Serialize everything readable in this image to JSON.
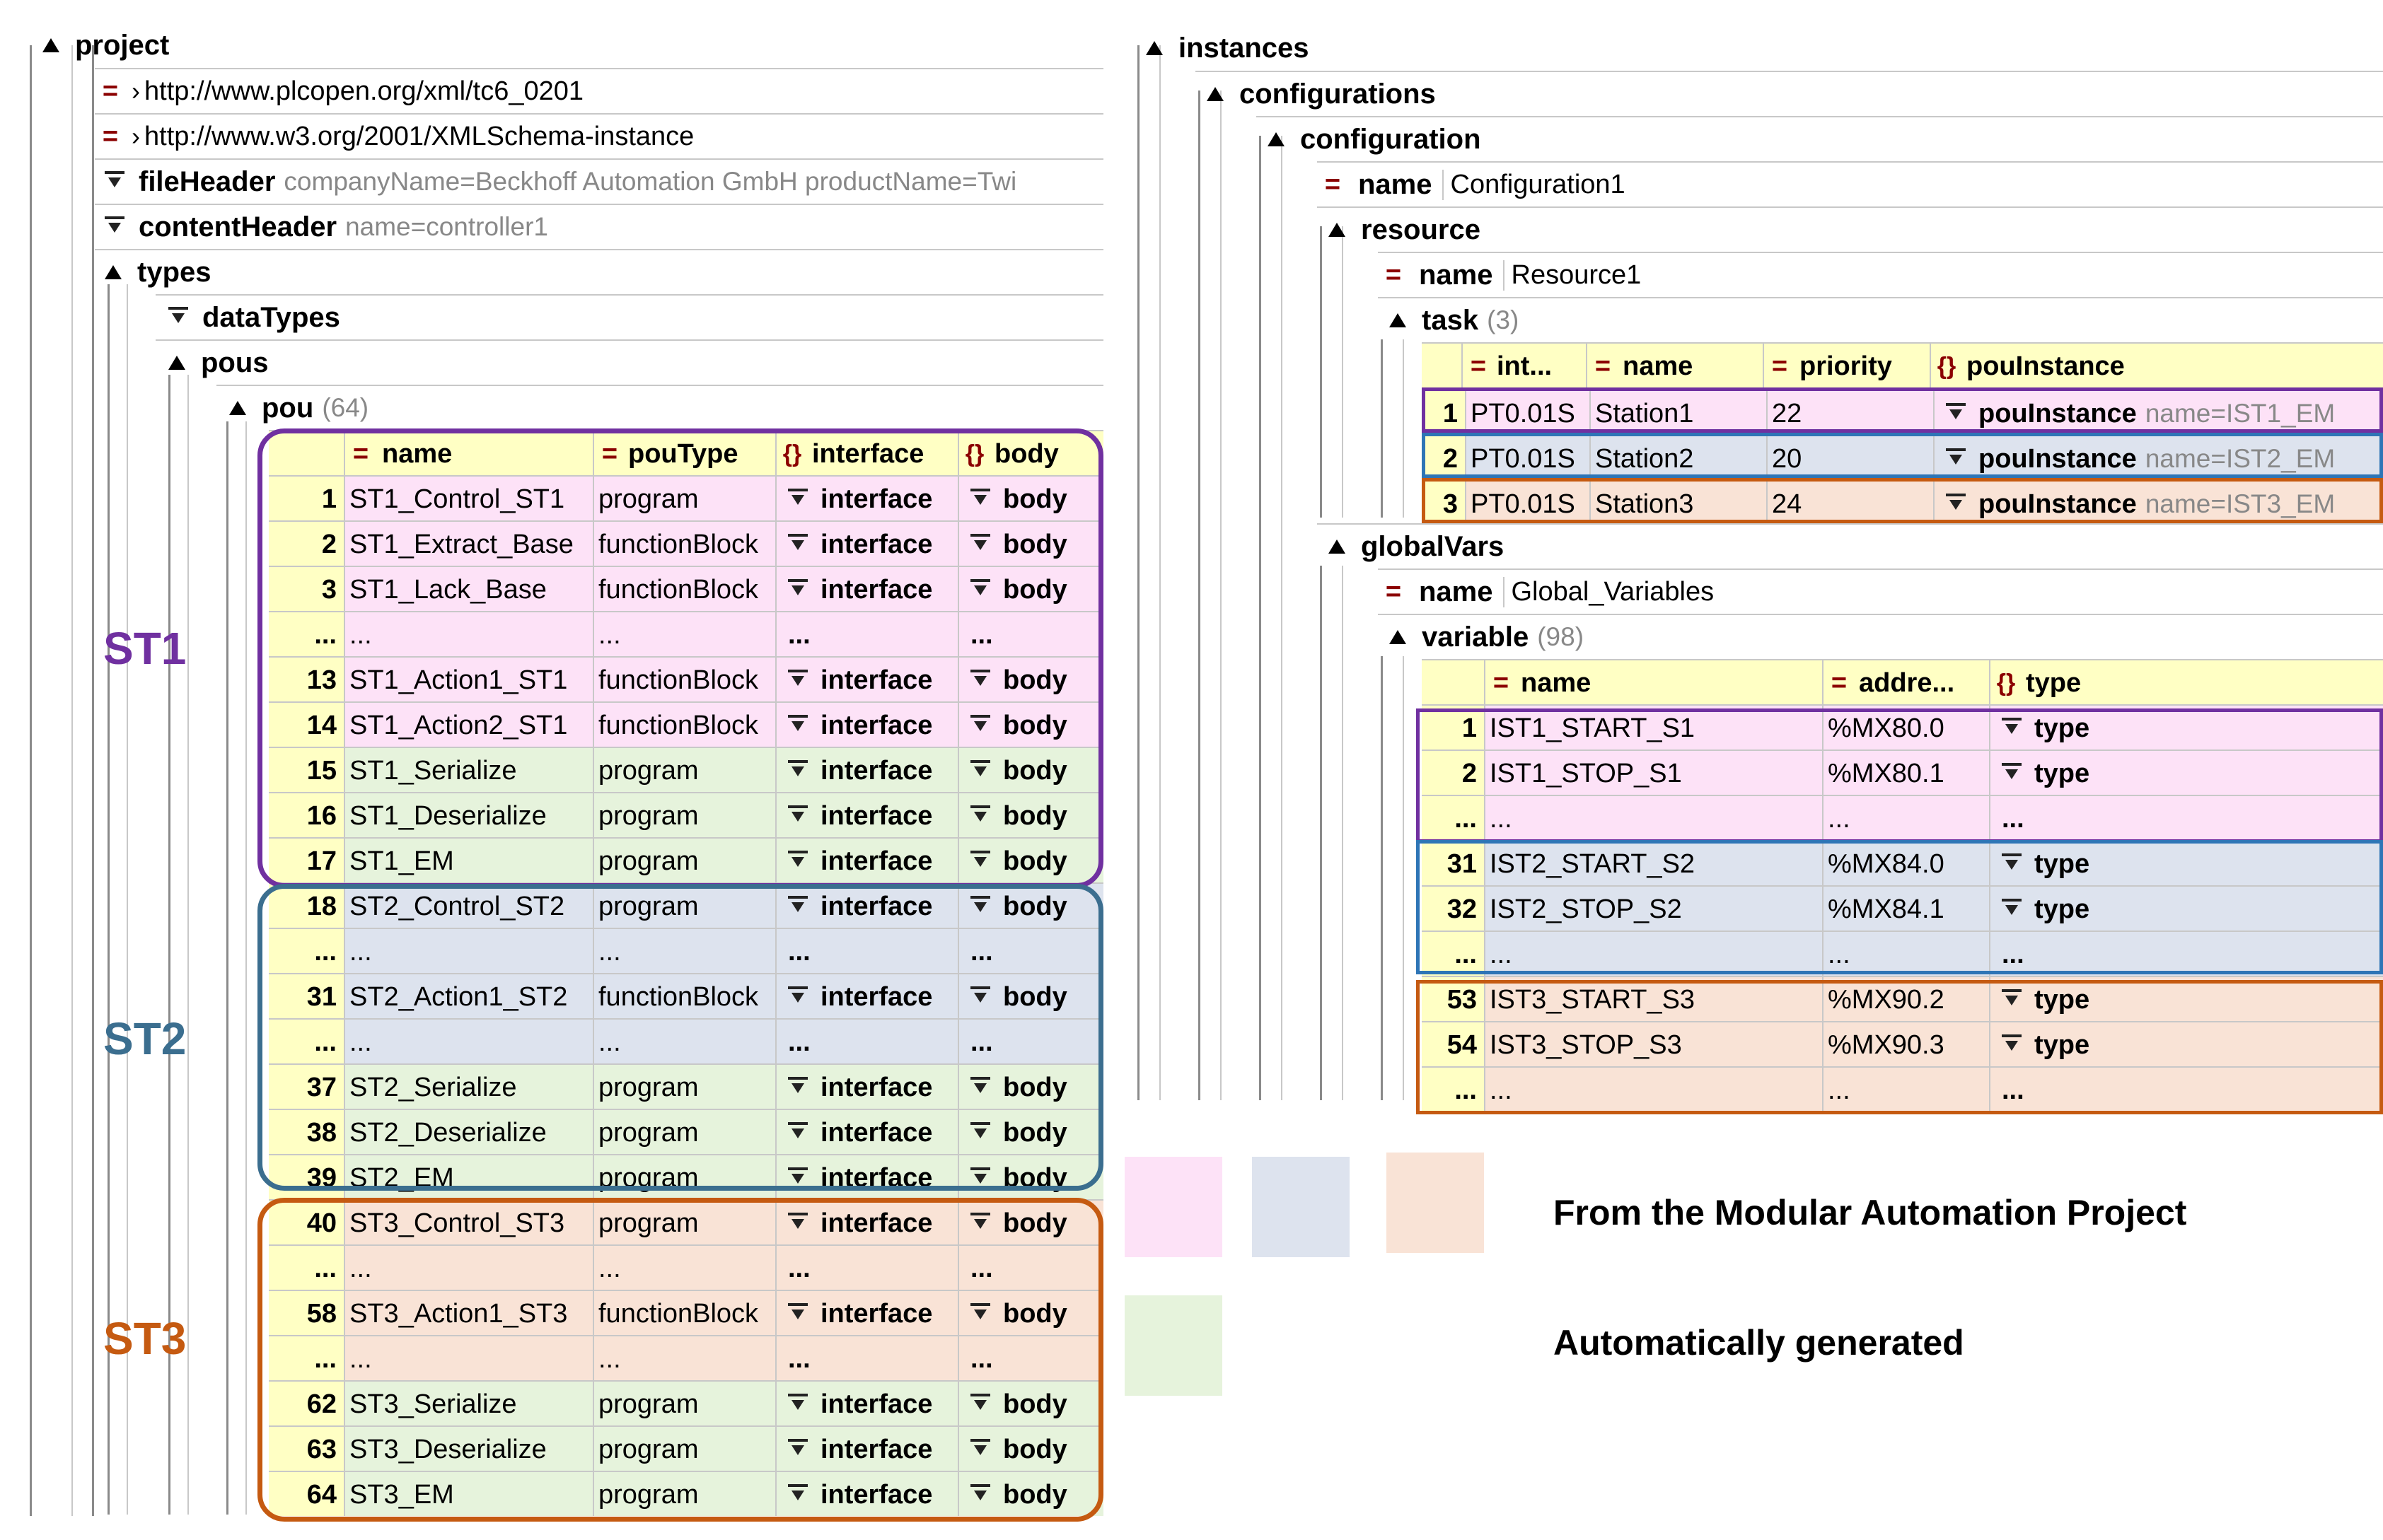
{
  "left": {
    "root": "project",
    "ns1": "http://www.plcopen.org/xml/tc6_0201",
    "ns2": "http://www.w3.org/2001/XMLSchema-instance",
    "fileHeader": {
      "label": "fileHeader",
      "attrs": "companyName=Beckhoff Automation GmbH productName=Twi"
    },
    "contentHeader": {
      "label": "contentHeader",
      "attrs": "name=controller1"
    },
    "types": "types",
    "dataTypes": "dataTypes",
    "pous": "pous",
    "pou": {
      "label": "pou",
      "count": "(64)"
    },
    "columns": [
      "name",
      "pouType",
      "interface",
      "body"
    ],
    "rows": [
      {
        "idx": "1",
        "name": "ST1_Control_ST1",
        "type": "program",
        "iface": "interface",
        "body": "body",
        "color": "pink"
      },
      {
        "idx": "2",
        "name": "ST1_Extract_Base",
        "type": "functionBlock",
        "iface": "interface",
        "body": "body",
        "color": "pink"
      },
      {
        "idx": "3",
        "name": "ST1_Lack_Base",
        "type": "functionBlock",
        "iface": "interface",
        "body": "body",
        "color": "pink"
      },
      {
        "idx": "...",
        "name": "...",
        "type": "...",
        "iface": "...",
        "body": "...",
        "color": "pink"
      },
      {
        "idx": "13",
        "name": "ST1_Action1_ST1",
        "type": "functionBlock",
        "iface": "interface",
        "body": "body",
        "color": "pink"
      },
      {
        "idx": "14",
        "name": "ST1_Action2_ST1",
        "type": "functionBlock",
        "iface": "interface",
        "body": "body",
        "color": "pink"
      },
      {
        "idx": "15",
        "name": "ST1_Serialize",
        "type": "program",
        "iface": "interface",
        "body": "body",
        "color": "green"
      },
      {
        "idx": "16",
        "name": "ST1_Deserialize",
        "type": "program",
        "iface": "interface",
        "body": "body",
        "color": "green"
      },
      {
        "idx": "17",
        "name": "ST1_EM",
        "type": "program",
        "iface": "interface",
        "body": "body",
        "color": "green"
      },
      {
        "idx": "18",
        "name": "ST2_Control_ST2",
        "type": "program",
        "iface": "interface",
        "body": "body",
        "color": "blue"
      },
      {
        "idx": "...",
        "name": "...",
        "type": "...",
        "iface": "...",
        "body": "...",
        "color": "blue"
      },
      {
        "idx": "31",
        "name": "ST2_Action1_ST2",
        "type": "functionBlock",
        "iface": "interface",
        "body": "body",
        "color": "blue"
      },
      {
        "idx": "...",
        "name": "...",
        "type": "...",
        "iface": "...",
        "body": "...",
        "color": "blue"
      },
      {
        "idx": "37",
        "name": "ST2_Serialize",
        "type": "program",
        "iface": "interface",
        "body": "body",
        "color": "green"
      },
      {
        "idx": "38",
        "name": "ST2_Deserialize",
        "type": "program",
        "iface": "interface",
        "body": "body",
        "color": "green"
      },
      {
        "idx": "39",
        "name": "ST2_EM",
        "type": "program",
        "iface": "interface",
        "body": "body",
        "color": "green"
      },
      {
        "idx": "40",
        "name": "ST3_Control_ST3",
        "type": "program",
        "iface": "interface",
        "body": "body",
        "color": "orange"
      },
      {
        "idx": "...",
        "name": "...",
        "type": "...",
        "iface": "...",
        "body": "...",
        "color": "orange"
      },
      {
        "idx": "58",
        "name": "ST3_Action1_ST3",
        "type": "functionBlock",
        "iface": "interface",
        "body": "body",
        "color": "orange"
      },
      {
        "idx": "...",
        "name": "...",
        "type": "...",
        "iface": "...",
        "body": "...",
        "color": "orange"
      },
      {
        "idx": "62",
        "name": "ST3_Serialize",
        "type": "program",
        "iface": "interface",
        "body": "body",
        "color": "green"
      },
      {
        "idx": "63",
        "name": "ST3_Deserialize",
        "type": "program",
        "iface": "interface",
        "body": "body",
        "color": "green"
      },
      {
        "idx": "64",
        "name": "ST3_EM",
        "type": "program",
        "iface": "interface",
        "body": "body",
        "color": "green"
      }
    ],
    "groups": [
      {
        "label": "ST1",
        "color": "#7030a0"
      },
      {
        "label": "ST2",
        "color": "#3b6e8f"
      },
      {
        "label": "ST3",
        "color": "#c55a11"
      }
    ]
  },
  "right": {
    "instances": "instances",
    "configurations": "configurations",
    "configuration": "configuration",
    "confName": {
      "label": "name",
      "value": "Configuration1"
    },
    "resource": "resource",
    "resName": {
      "label": "name",
      "value": "Resource1"
    },
    "task": {
      "label": "task",
      "count": "(3)"
    },
    "taskColumns": [
      "int...",
      "name",
      "priority",
      "pouInstance"
    ],
    "taskRows": [
      {
        "idx": "1",
        "interval": "PT0.01S",
        "name": "Station1",
        "priority": "22",
        "pi": "pouInstance",
        "attr": "name=IST1_EM",
        "color": "pink",
        "border": "#7030a0"
      },
      {
        "idx": "2",
        "interval": "PT0.01S",
        "name": "Station2",
        "priority": "20",
        "pi": "pouInstance",
        "attr": "name=IST2_EM",
        "color": "blue",
        "border": "#2e75b6"
      },
      {
        "idx": "3",
        "interval": "PT0.01S",
        "name": "Station3",
        "priority": "24",
        "pi": "pouInstance",
        "attr": "name=IST3_EM",
        "color": "orange",
        "border": "#c55a11"
      }
    ],
    "globalVars": "globalVars",
    "gvName": {
      "label": "name",
      "value": "Global_Variables"
    },
    "variable": {
      "label": "variable",
      "count": "(98)"
    },
    "varColumns": [
      "name",
      "addre...",
      "type"
    ],
    "varRows": [
      {
        "idx": "1",
        "name": "IST1_START_S1",
        "addr": "%MX80.0",
        "type": "type",
        "color": "pink"
      },
      {
        "idx": "2",
        "name": "IST1_STOP_S1",
        "addr": "%MX80.1",
        "type": "type",
        "color": "pink"
      },
      {
        "idx": "...",
        "name": "...",
        "addr": "...",
        "type": "...",
        "color": "pink"
      },
      {
        "idx": "31",
        "name": "IST2_START_S2",
        "addr": "%MX84.0",
        "type": "type",
        "color": "blue"
      },
      {
        "idx": "32",
        "name": "IST2_STOP_S2",
        "addr": "%MX84.1",
        "type": "type",
        "color": "blue"
      },
      {
        "idx": "...",
        "name": "...",
        "addr": "...",
        "type": "...",
        "color": "blue"
      },
      {
        "idx": "53",
        "name": "IST3_START_S3",
        "addr": "%MX90.2",
        "type": "type",
        "color": "orange"
      },
      {
        "idx": "54",
        "name": "IST3_STOP_S3",
        "addr": "%MX90.3",
        "type": "type",
        "color": "orange"
      },
      {
        "idx": "...",
        "name": "...",
        "addr": "...",
        "type": "...",
        "color": "orange"
      }
    ]
  },
  "legend": {
    "modular": "From the Modular Automation Project",
    "auto": "Automatically generated",
    "colors": {
      "pink": "#fde2f7",
      "blue": "#dde3ee",
      "orange": "#f9e3d6",
      "green": "#e6f3dc"
    }
  }
}
